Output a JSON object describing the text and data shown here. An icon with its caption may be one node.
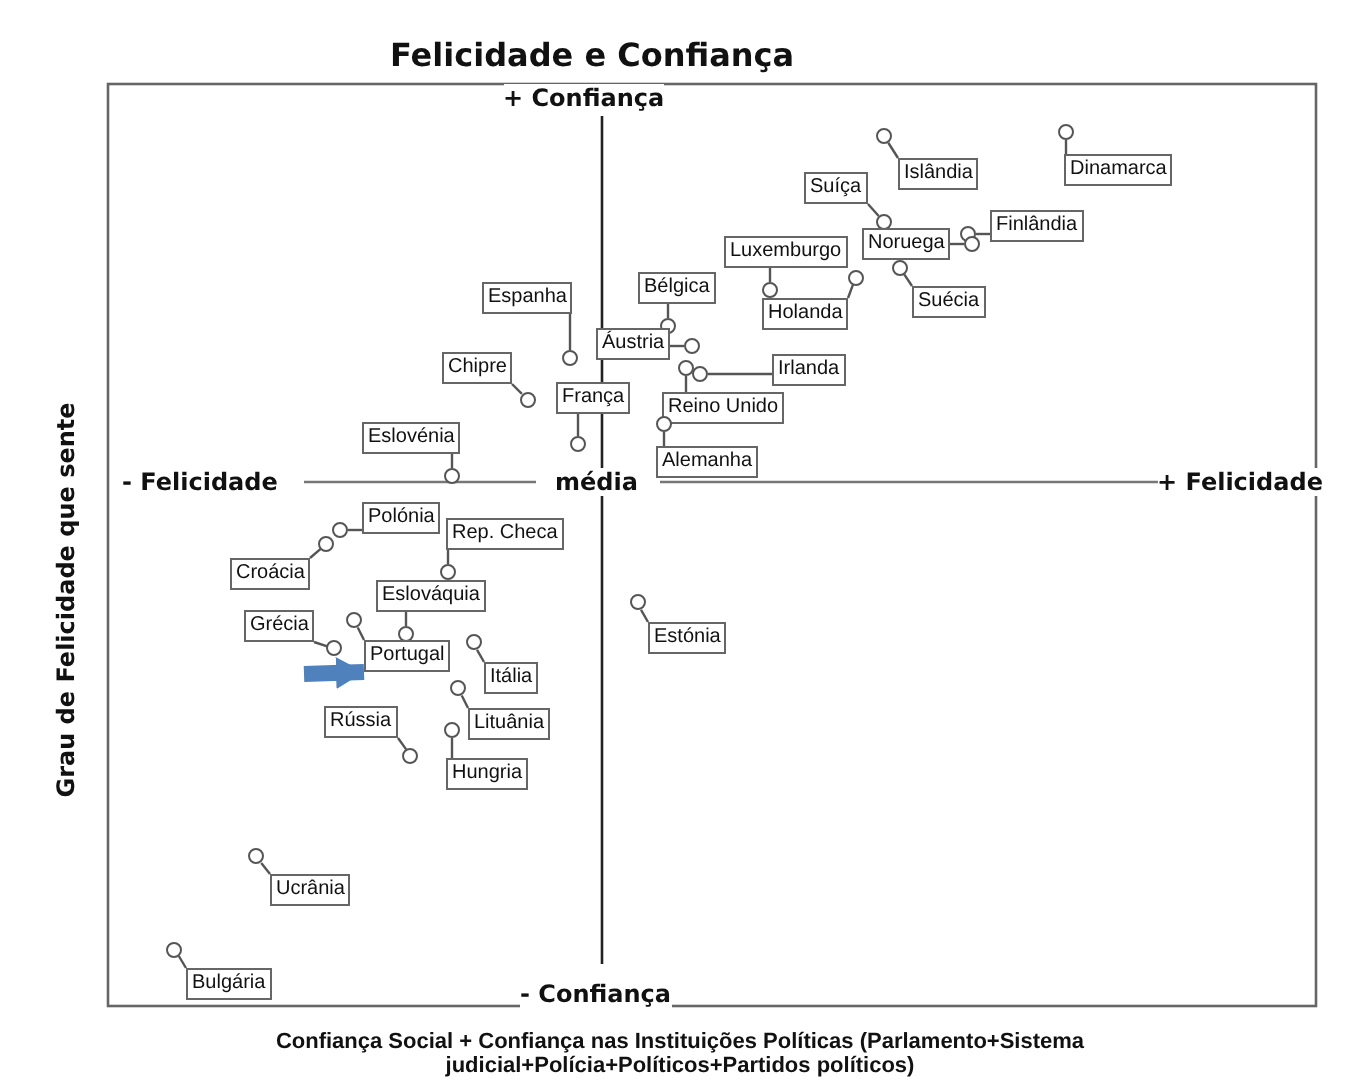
{
  "diagram": {
    "title": "Felicidade e Confiança",
    "nodes": [
      {
        "text": [
          "Dinamarca"
        ]
      },
      {
        "text": [],
        "shape": "circle"
      },
      {
        "text": [
          "Islândia"
        ]
      },
      {
        "text": [],
        "shape": "circle"
      },
      {
        "text": [
          "Suíça"
        ]
      },
      {
        "text": [],
        "shape": "circle"
      },
      {
        "text": [
          "Finlândia"
        ]
      },
      {
        "text": [],
        "shape": "circle"
      },
      {
        "text": [
          "Noruega"
        ]
      },
      {
        "text": [],
        "shape": "circle"
      },
      {
        "text": [
          "Luxemburgo"
        ]
      },
      {
        "text": [],
        "shape": "circle"
      },
      {
        "text": [
          "Bélgica"
        ]
      },
      {
        "text": [],
        "shape": "circle"
      },
      {
        "text": [
          "Holanda"
        ]
      },
      {
        "text": [],
        "shape": "circle"
      },
      {
        "text": [
          "Espanha"
        ]
      },
      {
        "text": [],
        "shape": "circle"
      },
      {
        "text": [
          "Suécia"
        ]
      },
      {
        "text": [],
        "shape": "circle"
      },
      {
        "text": [
          "Áustria"
        ]
      },
      {
        "text": [],
        "shape": "circle"
      },
      {
        "text": [
          "Irlanda"
        ]
      },
      {
        "text": [],
        "shape": "circle"
      },
      {
        "text": [
          "Chipre"
        ]
      },
      {
        "text": [],
        "shape": "circle"
      },
      {
        "text": [
          "França"
        ]
      },
      {
        "text": [],
        "shape": "circle"
      },
      {
        "text": [
          "Reino Unido"
        ]
      },
      {
        "text": [],
        "shape": "circle"
      },
      {
        "text": [
          "Eslovénia"
        ]
      },
      {
        "text": [],
        "shape": "circle"
      },
      {
        "text": [
          "Alemanha"
        ]
      },
      {
        "text": [],
        "shape": "circle"
      },
      {
        "text": [
          "Polónia"
        ]
      },
      {
        "text": [],
        "shape": "circle"
      },
      {
        "text": [
          "Rep. Checa"
        ]
      },
      {
        "text": [],
        "shape": "circle"
      },
      {
        "text": [
          "Croácia"
        ]
      },
      {
        "text": [],
        "shape": "circle"
      },
      {
        "text": [
          "Eslováquia"
        ]
      },
      {
        "text": [],
        "shape": "circle"
      },
      {
        "text": [
          "Grécia"
        ]
      },
      {
        "text": [],
        "shape": "circle"
      },
      {
        "text": [
          "Estónia"
        ]
      },
      {
        "text": [],
        "shape": "circle"
      },
      {
        "text": [
          "Portugal"
        ]
      },
      {
        "text": [],
        "shape": "circle"
      },
      {
        "text": [
          "Itália"
        ]
      },
      {
        "text": [],
        "shape": "circle"
      },
      {
        "text": [
          "Rússia"
        ]
      },
      {
        "text": [],
        "shape": "circle"
      },
      {
        "text": [
          "Lituânia"
        ]
      },
      {
        "text": [],
        "shape": "circle"
      },
      {
        "text": [
          "Hungria"
        ]
      },
      {
        "text": [],
        "shape": "circle"
      },
      {
        "text": [
          "Ucrânia"
        ]
      },
      {
        "text": [],
        "shape": "circle"
      },
      {
        "text": [
          "Bulgária"
        ]
      },
      {
        "text": [],
        "shape": "circle"
      }
    ],
    "edges": [
      {
        "from": 0,
        "to": 1,
        "arrow": "none"
      },
      {
        "from": 2,
        "to": 3,
        "arrow": "none"
      },
      {
        "from": 4,
        "to": 5,
        "arrow": "none"
      },
      {
        "from": 6,
        "to": 7,
        "arrow": "none"
      },
      {
        "from": 8,
        "to": 9,
        "arrow": "none"
      },
      {
        "from": 10,
        "to": 11,
        "arrow": "none"
      },
      {
        "from": 12,
        "to": 13,
        "arrow": "none"
      },
      {
        "from": 14,
        "to": 15,
        "arrow": "none"
      },
      {
        "from": 16,
        "to": 17,
        "arrow": "none"
      },
      {
        "from": 18,
        "to": 19,
        "arrow": "none"
      },
      {
        "from": 20,
        "to": 21,
        "arrow": "none"
      },
      {
        "from": 22,
        "to": 23,
        "arrow": "none"
      },
      {
        "from": 24,
        "to": 25,
        "arrow": "none"
      },
      {
        "from": 26,
        "to": 27,
        "arrow": "none"
      },
      {
        "from": 28,
        "to": 29,
        "arrow": "none"
      },
      {
        "from": 30,
        "to": 31,
        "arrow": "none"
      },
      {
        "from": 32,
        "to": 33,
        "arrow": "none"
      },
      {
        "from": 34,
        "to": 35,
        "arrow": "none"
      },
      {
        "from": 36,
        "to": 37,
        "arrow": "none"
      },
      {
        "from": 38,
        "to": 39,
        "arrow": "none"
      },
      {
        "from": 40,
        "to": 41,
        "arrow": "none"
      },
      {
        "from": 42,
        "to": 43,
        "arrow": "none"
      },
      {
        "from": 44,
        "to": 45,
        "arrow": "none"
      },
      {
        "from": 46,
        "to": 47,
        "arrow": "none"
      },
      {
        "from": 48,
        "to": 49,
        "arrow": "none"
      },
      {
        "from": 50,
        "to": 51,
        "arrow": "none"
      },
      {
        "from": 52,
        "to": 53,
        "arrow": "none"
      },
      {
        "from": 54,
        "to": 55,
        "arrow": "none"
      },
      {
        "from": 56,
        "to": 57,
        "arrow": "none"
      },
      {
        "from": 58,
        "to": 59,
        "arrow": "none"
      },
      {
        "from": null,
        "to": 46,
        "arrow": "to",
        "style": "thick",
        "color": "#4f81bd"
      }
    ],
    "labels": [
      "+ Confiança",
      "- Felicidade",
      "média",
      "+ Felicidade",
      "Grau de Felicidade que sente",
      "- Confiança",
      "Confiança Social + Confiança nas Instituições Políticas (Parlamento+Sistema judicial+Polícia+Políticos+Partidos políticos)"
    ]
  }
}
